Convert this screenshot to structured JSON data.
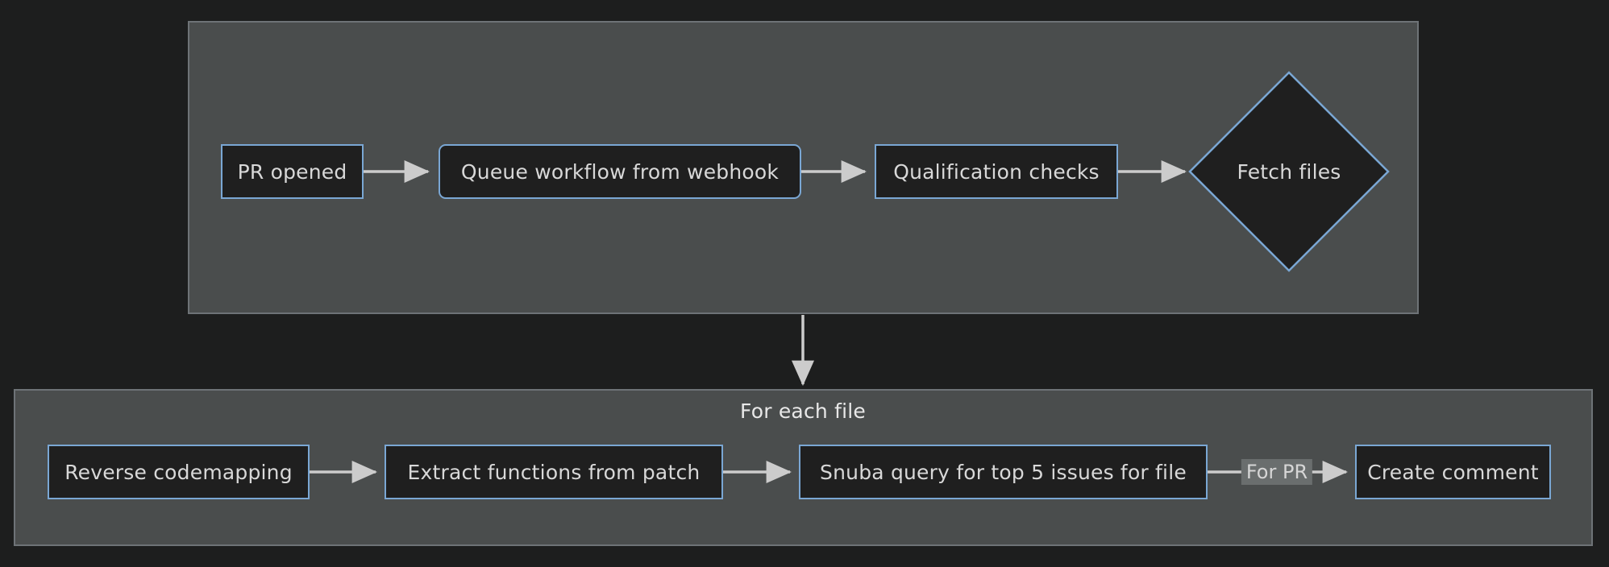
{
  "diagram": {
    "type": "flowchart",
    "direction": "left-to-right",
    "background_color": "#1d1e1e",
    "node_fill_color": "#1f1f1f",
    "node_border_color": "#7aa7d4",
    "node_text_color": "#d8d8d8",
    "subgraph_fill_color": "#4a4d4d",
    "subgraph_border_color": "#6e7377",
    "edge_color": "#cccccc",
    "edge_label_chip_color": "#6a6e6e"
  },
  "subgraphs": [
    {
      "id": "top",
      "title": ""
    },
    {
      "id": "bottom",
      "title": "For each file"
    }
  ],
  "nodes": [
    {
      "id": "pr_opened",
      "label": "PR opened",
      "shape": "rect",
      "group": "top"
    },
    {
      "id": "queue_workflow",
      "label": "Queue workflow from webhook",
      "shape": "rounded",
      "group": "top"
    },
    {
      "id": "qualification",
      "label": "Qualification checks",
      "shape": "rect",
      "group": "top"
    },
    {
      "id": "fetch_files",
      "label": "Fetch files",
      "shape": "diamond",
      "group": "top"
    },
    {
      "id": "reverse_codemapping",
      "label": "Reverse codemapping",
      "shape": "rect",
      "group": "bottom"
    },
    {
      "id": "extract_functions",
      "label": "Extract functions from patch",
      "shape": "rect",
      "group": "bottom"
    },
    {
      "id": "snuba_query",
      "label": "Snuba query for top 5 issues for file",
      "shape": "rect",
      "group": "bottom"
    },
    {
      "id": "create_comment",
      "label": "Create comment",
      "shape": "rect",
      "group": "bottom"
    }
  ],
  "edges": [
    {
      "from": "pr_opened",
      "to": "queue_workflow",
      "label": ""
    },
    {
      "from": "queue_workflow",
      "to": "qualification",
      "label": ""
    },
    {
      "from": "qualification",
      "to": "fetch_files",
      "label": ""
    },
    {
      "from": "fetch_files",
      "to": "reverse_codemapping",
      "label": ""
    },
    {
      "from": "reverse_codemapping",
      "to": "extract_functions",
      "label": ""
    },
    {
      "from": "extract_functions",
      "to": "snuba_query",
      "label": ""
    },
    {
      "from": "snuba_query",
      "to": "create_comment",
      "label": "For PR"
    }
  ]
}
